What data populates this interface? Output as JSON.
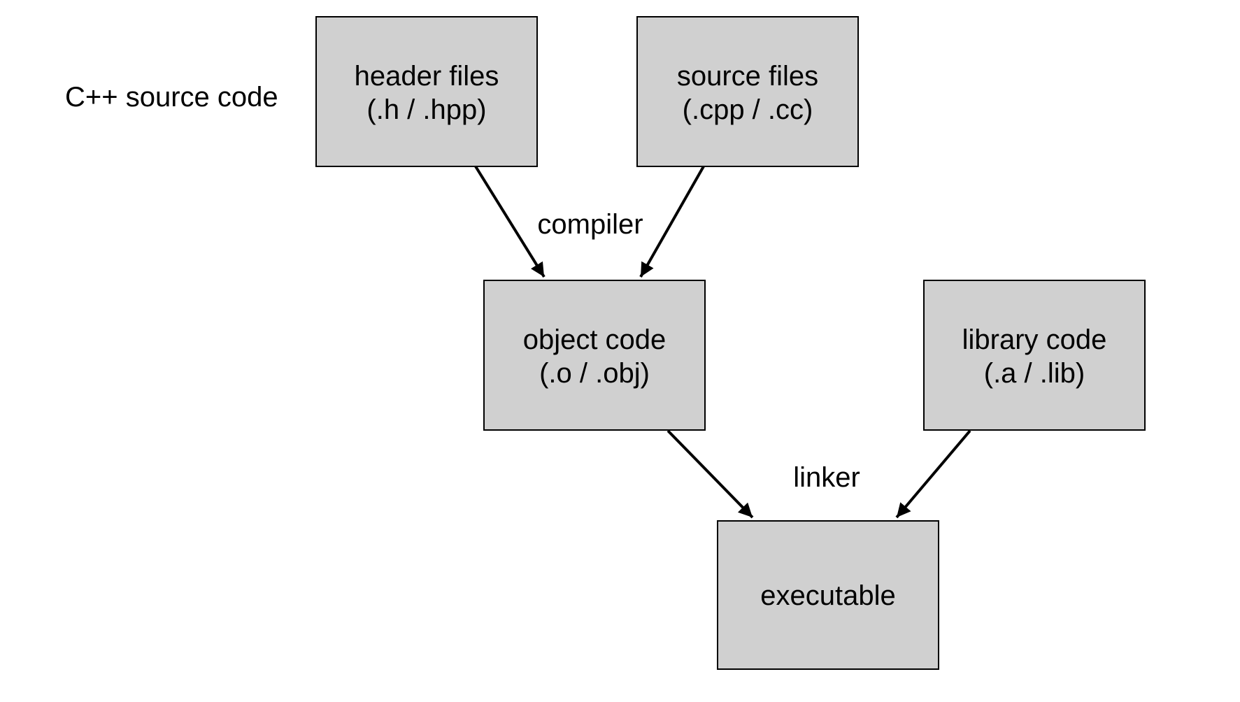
{
  "side_label": "C++ source code",
  "boxes": {
    "header_files": {
      "line1": "header files",
      "line2": "(.h / .hpp)"
    },
    "source_files": {
      "line1": "source files",
      "line2": "(.cpp / .cc)"
    },
    "object_code": {
      "line1": "object code",
      "line2": "(.o / .obj)"
    },
    "library_code": {
      "line1": "library code",
      "line2": "(.a / .lib)"
    },
    "executable": {
      "line1": "executable"
    }
  },
  "edge_labels": {
    "compiler": "compiler",
    "linker": "linker"
  },
  "edges": [
    {
      "from": "header_files",
      "to": "object_code"
    },
    {
      "from": "source_files",
      "to": "object_code"
    },
    {
      "from": "object_code",
      "to": "executable"
    },
    {
      "from": "library_code",
      "to": "executable"
    }
  ],
  "colors": {
    "box_fill": "#d0d0d0",
    "stroke": "#000000",
    "background": "#ffffff"
  }
}
